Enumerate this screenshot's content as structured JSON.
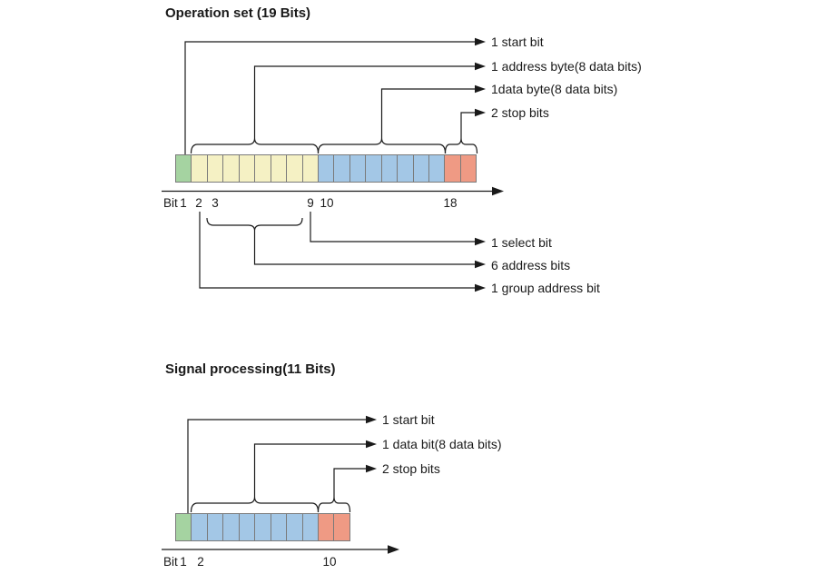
{
  "colors": {
    "background": "#ffffff",
    "line": "#1a1a1a",
    "cell_border": "#7a7a7a",
    "start_bit_green": "#a5d3a1",
    "address_byte_yellow": "#f5f1c4",
    "data_byte_blue": "#a3c7e6",
    "stop_bit_red": "#ef9a84"
  },
  "operation_set": {
    "title": "Operation set (19 Bits)",
    "callouts_top": [
      "1 start bit",
      "1 address byte(8 data bits)",
      "1data byte(8 data bits)",
      "2 stop bits"
    ],
    "callouts_bottom": [
      "1 select bit",
      "6 address bits",
      "1 group address bit"
    ],
    "segments": [
      {
        "name": "start-bit",
        "color": "#a5d3a1",
        "count": 1
      },
      {
        "name": "address-byte-bit",
        "color": "#f5f1c4",
        "count": 8
      },
      {
        "name": "data-byte-bit",
        "color": "#a3c7e6",
        "count": 8
      },
      {
        "name": "stop-bit",
        "color": "#ef9a84",
        "count": 2
      }
    ],
    "axis": {
      "bit_label": "Bit",
      "ticks": [
        "1",
        "2",
        "3",
        "9",
        "10",
        "18"
      ]
    }
  },
  "signal_processing": {
    "title": "Signal processing(11 Bits)",
    "callouts_top": [
      "1 start bit",
      "1 data bit(8 data bits)",
      "2 stop bits"
    ],
    "segments": [
      {
        "name": "start-bit",
        "color": "#a5d3a1",
        "count": 1
      },
      {
        "name": "data-bit",
        "color": "#a3c7e6",
        "count": 8
      },
      {
        "name": "stop-bit",
        "color": "#ef9a84",
        "count": 2
      }
    ],
    "axis": {
      "bit_label": "Bit",
      "ticks": [
        "1",
        "2",
        "10"
      ]
    }
  }
}
